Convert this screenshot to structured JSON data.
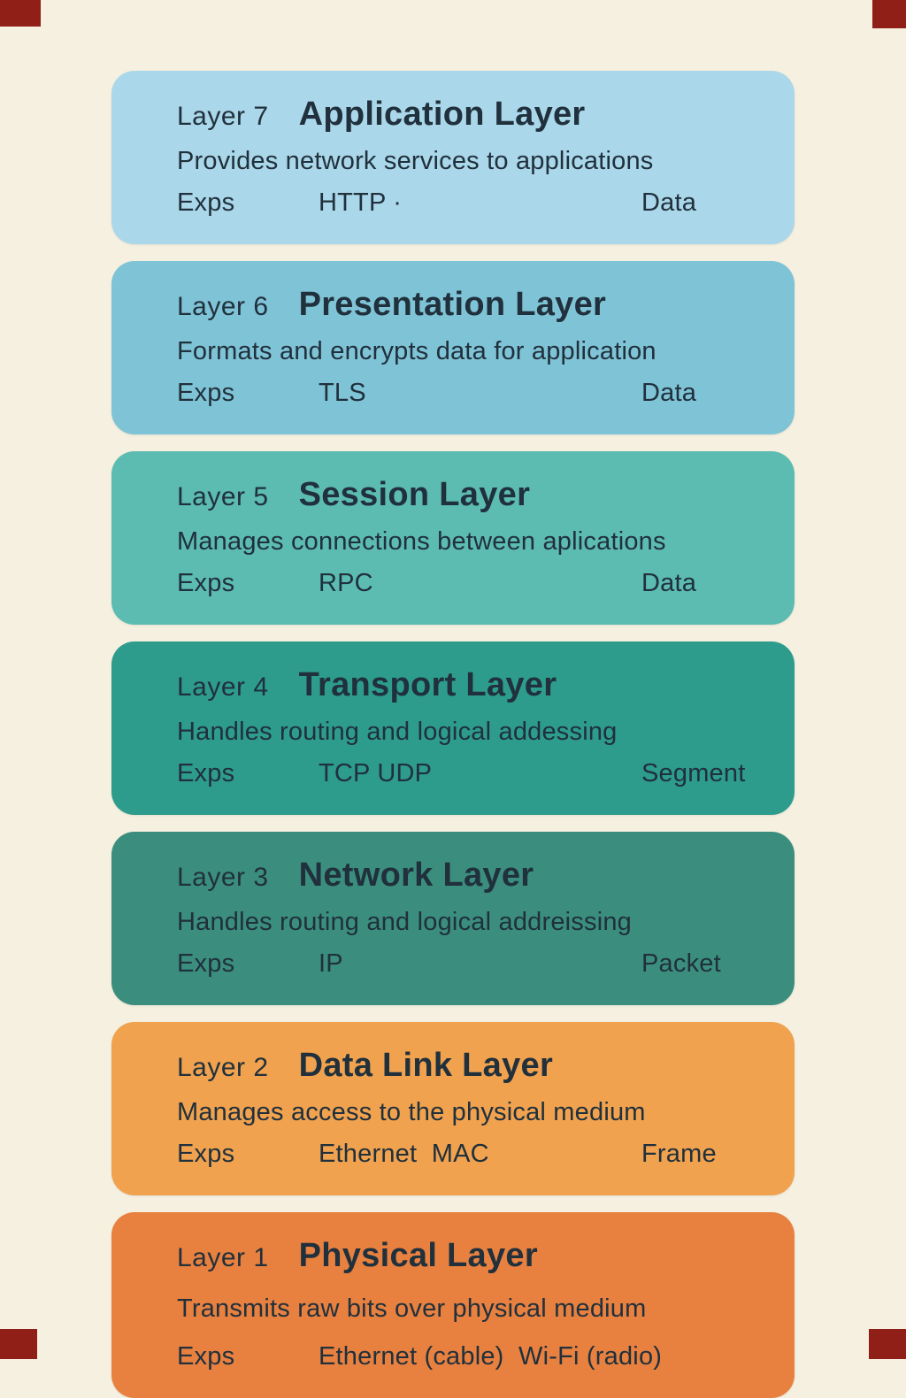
{
  "page": {
    "background": "#f5f0e0",
    "corner_mark_color": "#8f1f17"
  },
  "layers": [
    {
      "number_label": "Layer 7",
      "title": "Application Layer",
      "description": "Provides network services to applications",
      "exps_label": "Exps",
      "examples": "HTTP ·",
      "data_unit": "Data",
      "color": "#aad7e9"
    },
    {
      "number_label": "Layer 6",
      "title": "Presentation Layer",
      "description": "Formats and encrypts data for application",
      "exps_label": "Exps",
      "examples": "TLS",
      "data_unit": "Data",
      "color": "#7fc3d6"
    },
    {
      "number_label": "Layer 5",
      "title": "Session Layer",
      "description": "Manages connections between aplications",
      "exps_label": "Exps",
      "examples": "RPC",
      "data_unit": "Data",
      "color": "#5cbcb1"
    },
    {
      "number_label": "Layer 4",
      "title": "Transport Layer",
      "description": "Handles routing and logical addessing",
      "exps_label": "Exps",
      "examples": "TCP UDP",
      "data_unit": "Segment",
      "color": "#2d9c8c"
    },
    {
      "number_label": "Layer 3",
      "title": "Network Layer",
      "description": "Handles routing and logical addreissing",
      "exps_label": "Exps",
      "examples": "IP",
      "data_unit": "Packet",
      "color": "#3b8e7e"
    },
    {
      "number_label": "Layer 2",
      "title": "Data Link Layer",
      "description": "Manages access to the physical medium",
      "exps_label": "Exps",
      "examples": "Ethernet  MAC",
      "data_unit": "Frame",
      "color": "#f0a24e"
    },
    {
      "number_label": "Layer 1",
      "title": "Physical Layer",
      "description": "Transmits raw bits over physical medium",
      "exps_label": "Exps",
      "examples": "Ethernet (cable)  Wi-Fi (radio)",
      "data_unit": "",
      "color": "#e8813f"
    }
  ]
}
